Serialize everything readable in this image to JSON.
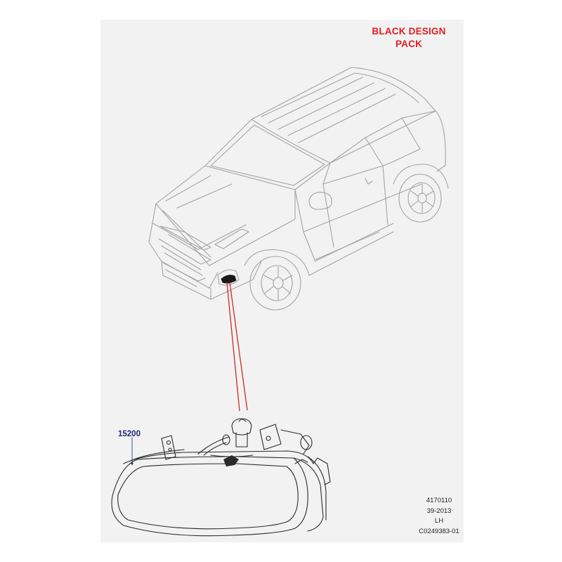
{
  "header": {
    "title_line1": "BLACK DESIGN",
    "title_line2": "PACK"
  },
  "callouts": [
    {
      "part_number": "15200"
    }
  ],
  "info": {
    "lines": [
      "4170110",
      "39-2013",
      "LH",
      "C0249383-01"
    ]
  },
  "colors": {
    "sheet_background": "#f2f2f2",
    "title_red": "#e31e24",
    "callout_blue": "#1f2a7a",
    "leader_line_red": "#cc2a2a",
    "outline_gray": "#9a9a9a",
    "part_outline": "#2a2a2a"
  },
  "icons": [
    "vehicle-illustration",
    "fog-lamp-illustration"
  ]
}
